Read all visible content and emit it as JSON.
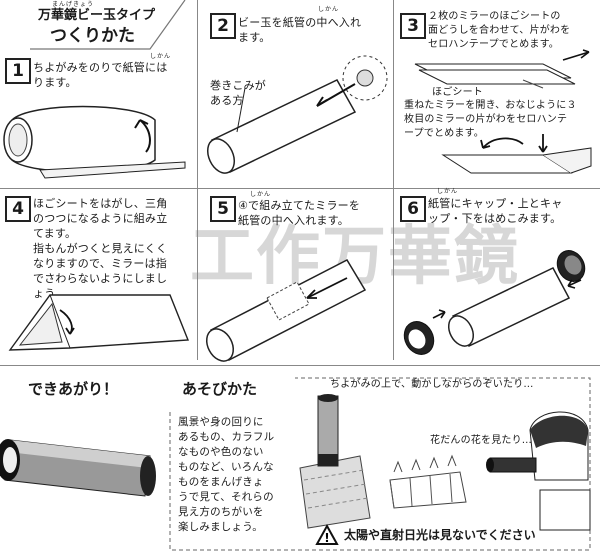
{
  "header": {
    "ruby": "まんげきょう",
    "subtitle": "万華鏡ビー玉タイプ",
    "title": "つくりかた"
  },
  "steps": [
    {
      "num": "1",
      "ruby": "しかん",
      "lines": [
        "ちよがみをのりで紙管には",
        "ります。"
      ]
    },
    {
      "num": "2",
      "ruby": "しかん",
      "lines": [
        "ビー玉を紙管の中へ入れ",
        "ます。"
      ],
      "callout": [
        "巻きこみが",
        "ある方"
      ]
    },
    {
      "num": "3",
      "lines": [
        "２枚のミラーのほごシートの",
        "面どうしを合わせて、片がわを",
        "セロハンテープでとめます。"
      ],
      "label": "ほごシート",
      "lines2": [
        "重ねたミラーを開き、おなじように３",
        "枚目のミラーの片がわをセロハンテ",
        "ープでとめます。"
      ]
    },
    {
      "num": "4",
      "lines": [
        "ほごシートをはがし、三角",
        "のつつになるように組み立",
        "てます。",
        "指もんがつくと見えにくく",
        "なりますので、ミラーは指",
        "でさわらないようにしまし",
        "ょう。"
      ]
    },
    {
      "num": "5",
      "ruby": "しかん",
      "lines": [
        "④で組み立てたミラーを",
        "紙管の中へ入れます。"
      ]
    },
    {
      "num": "6",
      "ruby": "しかん",
      "lines": [
        "紙管にキャップ・上とキャ",
        "ップ・下をはめこみます。"
      ]
    }
  ],
  "done": {
    "title": "できあがり！"
  },
  "play": {
    "title": "あそびかた",
    "caption1": "ちよがみの上で、動かしながらのぞいたり…",
    "caption2": "花だんの花を見たり…",
    "lines": [
      "風景や身の回りに",
      "あるもの、カラフル",
      "なものや色のない",
      "ものなど、いろんな",
      "ものをまんげきょ",
      "うで見て、それらの",
      "見え方のちがいを",
      "楽しみましょう。"
    ],
    "warning": "太陽や直射日光は見ないでください"
  },
  "watermark": "工作万華鏡"
}
